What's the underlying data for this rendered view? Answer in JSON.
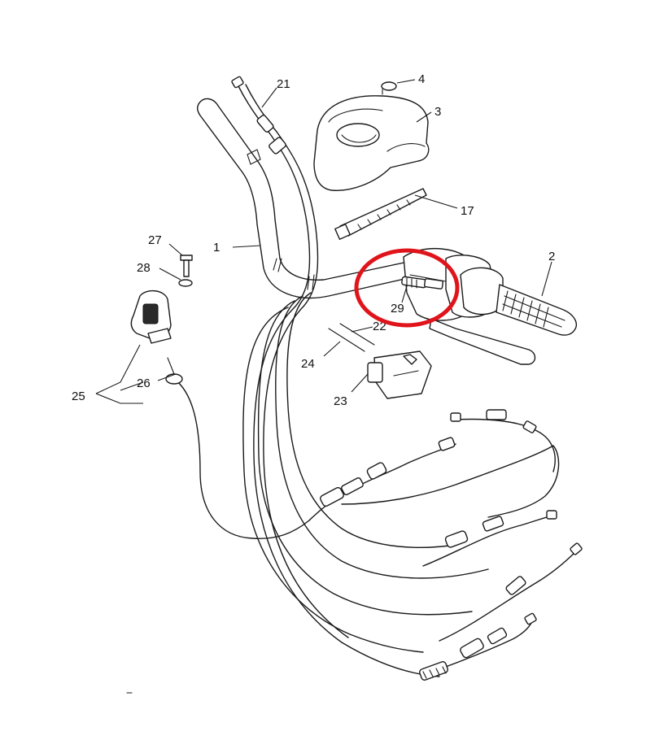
{
  "diagram": {
    "callouts": [
      "1",
      "2",
      "3",
      "4",
      "17",
      "21",
      "22",
      "23",
      "24",
      "25",
      "26",
      "27",
      "28",
      "29"
    ],
    "highlight_color": "#e0141b",
    "highlighted_callout": "29",
    "line_color": "#1a1a1a",
    "background": "#ffffff"
  }
}
